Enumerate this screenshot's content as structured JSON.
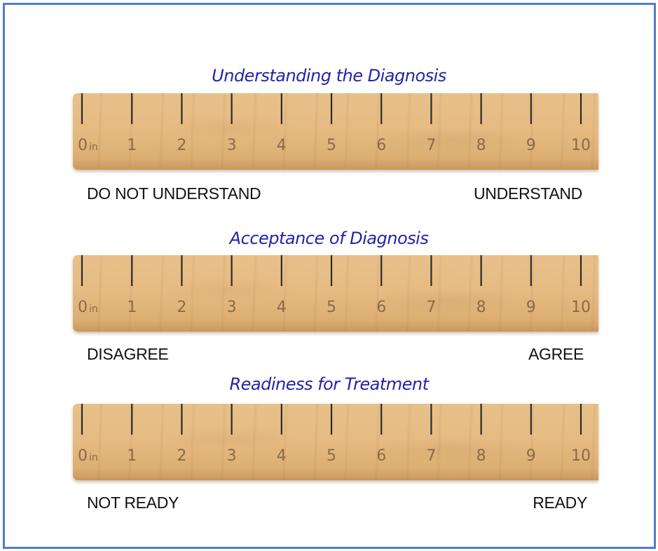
{
  "scales": [
    {
      "title": "Understanding the Diagnosis",
      "low_label": "DO NOT UNDERSTAND",
      "high_label": "UNDERSTAND",
      "ticks": [
        "0",
        "1",
        "2",
        "3",
        "4",
        "5",
        "6",
        "7",
        "8",
        "9",
        "10"
      ],
      "unit": "in"
    },
    {
      "title": "Acceptance of Diagnosis",
      "low_label": "DISAGREE",
      "high_label": "AGREE",
      "ticks": [
        "0",
        "1",
        "2",
        "3",
        "4",
        "5",
        "6",
        "7",
        "8",
        "9",
        "10"
      ],
      "unit": "in"
    },
    {
      "title": "Readiness for Treatment",
      "low_label": "NOT READY",
      "high_label": "READY",
      "ticks": [
        "0",
        "1",
        "2",
        "3",
        "4",
        "5",
        "6",
        "7",
        "8",
        "9",
        "10"
      ],
      "unit": "in"
    }
  ],
  "colors": {
    "title": "#2323a8",
    "frame": "#4f7fc0",
    "wood": "#e6bc84"
  }
}
